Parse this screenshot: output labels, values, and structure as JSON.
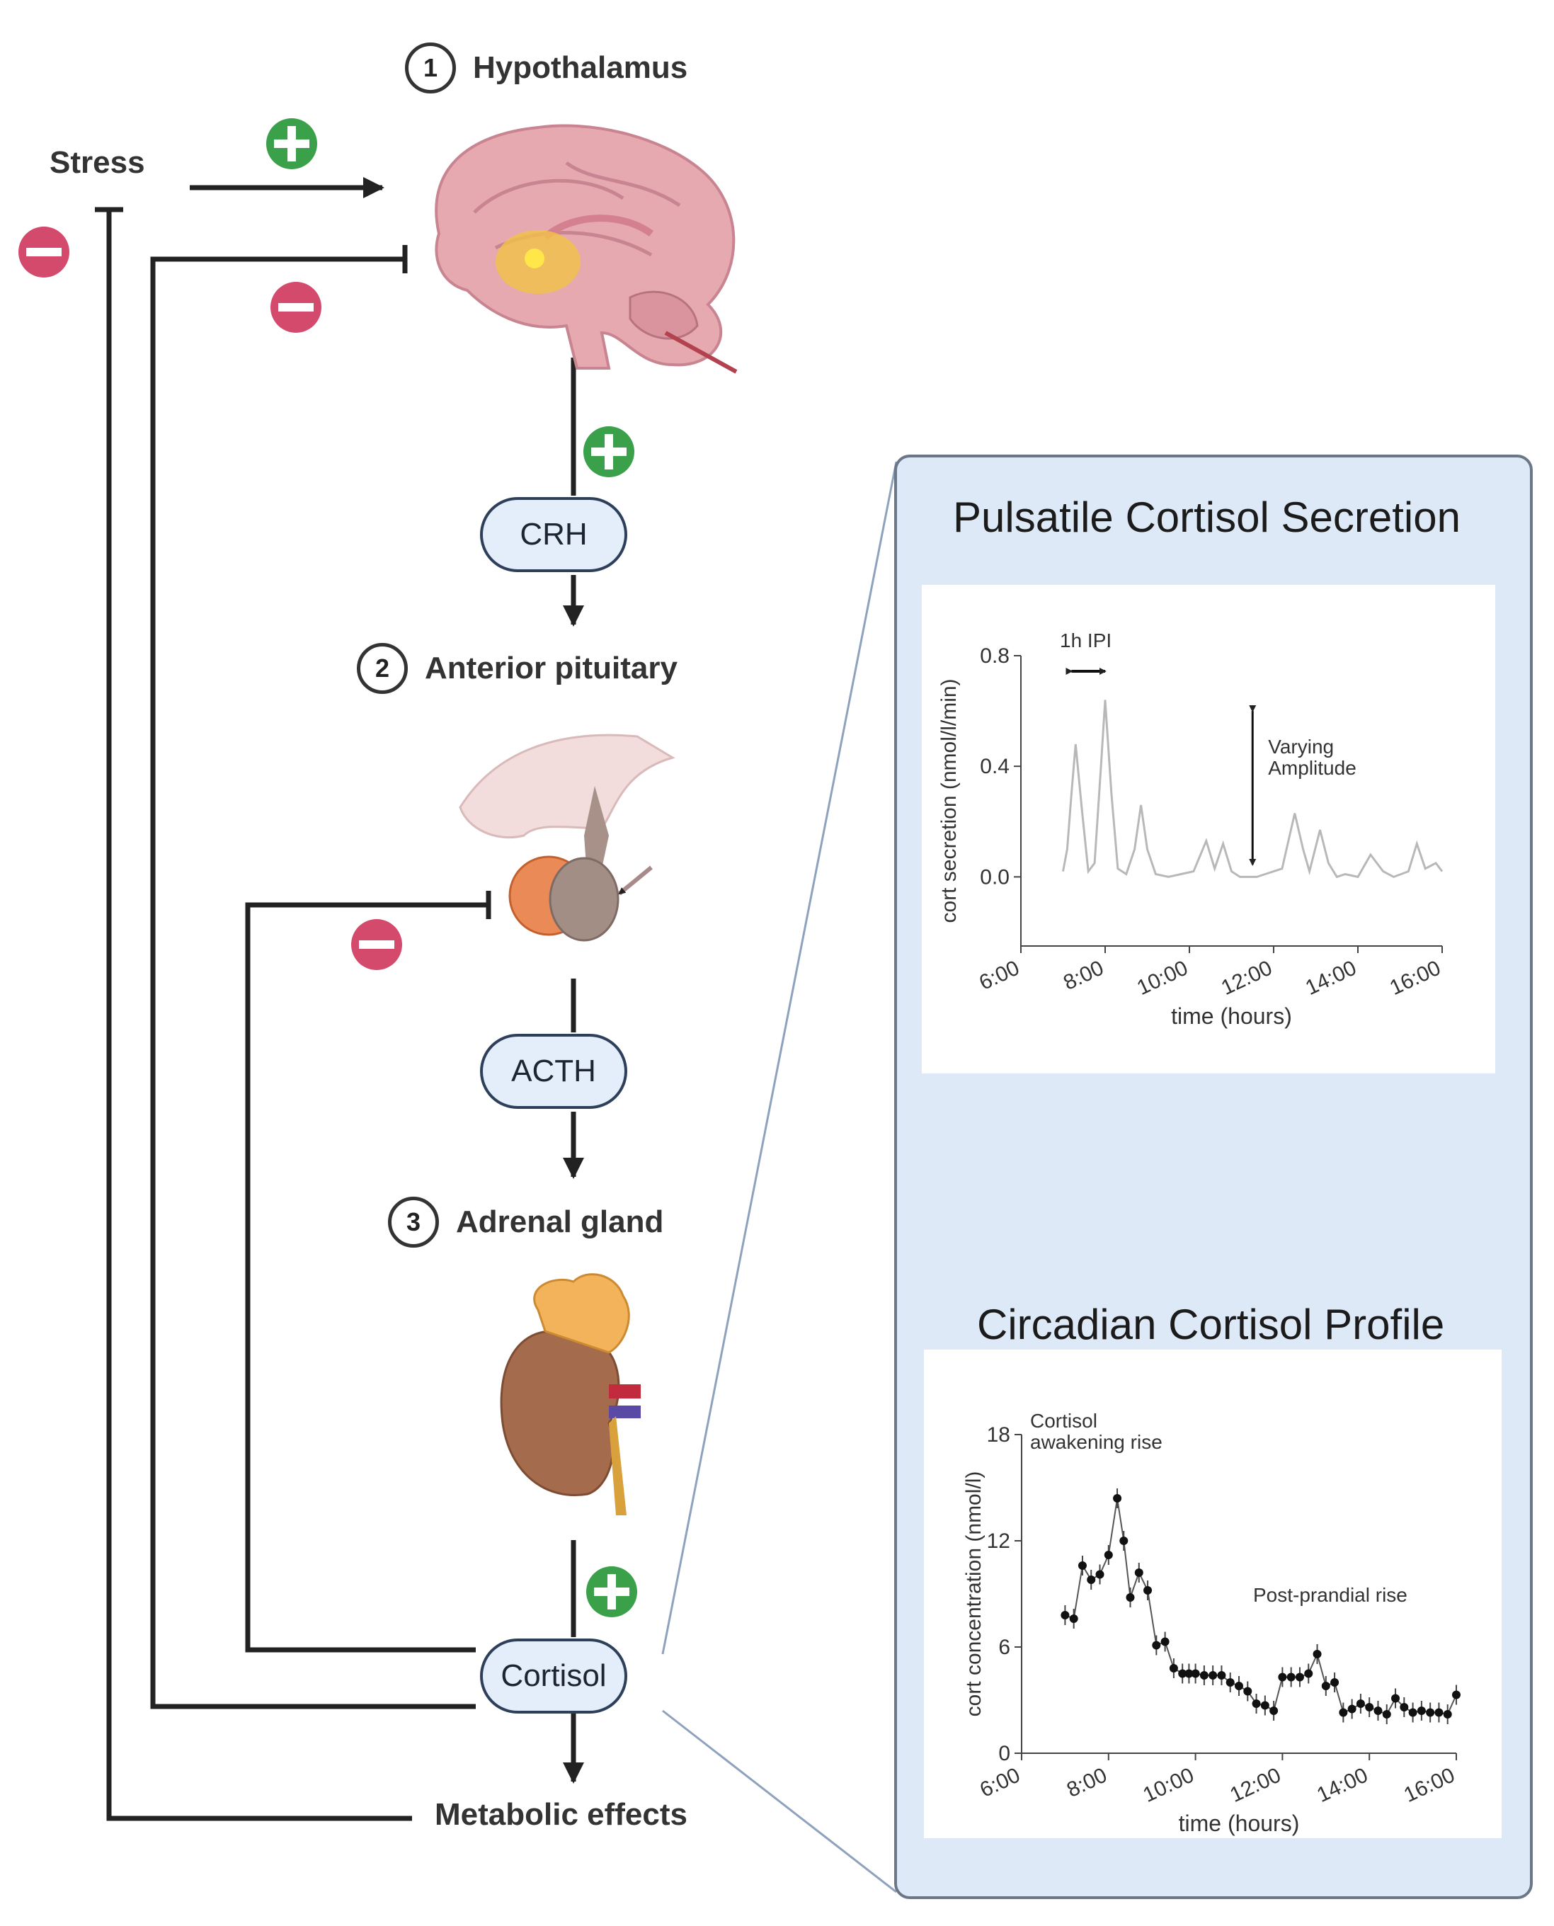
{
  "diagram": {
    "stress": "Stress",
    "steps": [
      {
        "num": "1",
        "label": "Hypothalamus"
      },
      {
        "num": "2",
        "label": "Anterior pituitary"
      },
      {
        "num": "3",
        "label": "Adrenal gland"
      }
    ],
    "hormones": [
      "CRH",
      "ACTH",
      "Cortisol"
    ],
    "effects": "Metabolic effects",
    "colors": {
      "plus": "#3aa04a",
      "minus": "#d44a6c",
      "line": "#222222",
      "panel": "#dde9f6",
      "pill": "#e4eefb"
    }
  },
  "panel": {
    "pulsatile_title": "Pulsatile Cortisol Secretion",
    "circadian_title": "Circadian Cortisol Profile"
  },
  "chart_data": [
    {
      "type": "line",
      "xlabel": "time (hours)",
      "ylabel": "cort secretion (nmol/l/min)",
      "x_ticks": [
        "6:00",
        "8:00",
        "10:00",
        "12:00",
        "14:00",
        "16:00"
      ],
      "y_ticks": [
        "0.0",
        "0.4",
        "0.8"
      ],
      "xlim": [
        6,
        16
      ],
      "ylim": [
        -0.25,
        0.8
      ],
      "annotations": [
        "1h IPI",
        "Varying",
        "Amplitude"
      ],
      "series": [
        {
          "x": [
            7.0,
            7.1,
            7.2,
            7.3,
            7.45,
            7.6,
            7.75,
            7.9,
            8.0,
            8.15,
            8.3,
            8.5,
            8.7,
            8.85,
            9.0,
            9.2,
            9.5,
            9.8,
            10.1,
            10.4,
            10.6,
            10.8,
            11.0,
            11.2,
            11.4,
            11.6,
            11.8,
            12.2,
            12.5,
            12.7,
            12.85,
            13.1,
            13.3,
            13.5,
            13.7,
            14.0,
            14.3,
            14.6,
            14.85,
            15.2,
            15.4,
            15.6,
            15.85,
            16.0
          ],
          "y": [
            0.02,
            0.1,
            0.3,
            0.48,
            0.24,
            0.02,
            0.05,
            0.4,
            0.64,
            0.3,
            0.03,
            0.01,
            0.1,
            0.26,
            0.1,
            0.01,
            0.0,
            0.01,
            0.02,
            0.13,
            0.03,
            0.12,
            0.02,
            0.0,
            0.0,
            0.0,
            0.01,
            0.03,
            0.23,
            0.1,
            0.02,
            0.17,
            0.05,
            0.0,
            0.01,
            0.0,
            0.08,
            0.02,
            0.0,
            0.02,
            0.12,
            0.03,
            0.05,
            0.02
          ]
        }
      ]
    },
    {
      "type": "line",
      "xlabel": "time (hours)",
      "ylabel": "cort concentration (nmol/l)",
      "x_ticks": [
        "6:00",
        "8:00",
        "10:00",
        "12:00",
        "14:00",
        "16:00"
      ],
      "y_ticks": [
        "0",
        "6",
        "12",
        "18"
      ],
      "xlim": [
        6,
        16
      ],
      "ylim": [
        0,
        18
      ],
      "annotations": [
        "Cortisol",
        "awakening rise",
        "Post-prandial rise"
      ],
      "series": [
        {
          "x": [
            7.0,
            7.2,
            7.4,
            7.6,
            7.8,
            8.0,
            8.2,
            8.35,
            8.5,
            8.7,
            8.9,
            9.1,
            9.3,
            9.5,
            9.7,
            9.85,
            10.0,
            10.2,
            10.4,
            10.6,
            10.8,
            11.0,
            11.2,
            11.4,
            11.6,
            11.8,
            12.0,
            12.2,
            12.4,
            12.6,
            12.8,
            13.0,
            13.2,
            13.4,
            13.6,
            13.8,
            14.0,
            14.2,
            14.4,
            14.6,
            14.8,
            15.0,
            15.2,
            15.4,
            15.6,
            15.8,
            16.0
          ],
          "y": [
            7.8,
            7.6,
            10.6,
            9.8,
            10.1,
            11.2,
            14.4,
            12.0,
            8.8,
            10.2,
            9.2,
            6.1,
            6.3,
            4.8,
            4.5,
            4.5,
            4.5,
            4.4,
            4.4,
            4.4,
            4.0,
            3.8,
            3.5,
            2.8,
            2.7,
            2.4,
            4.3,
            4.3,
            4.3,
            4.5,
            5.6,
            3.8,
            4.0,
            2.3,
            2.5,
            2.8,
            2.6,
            2.4,
            2.2,
            3.1,
            2.6,
            2.3,
            2.4,
            2.3,
            2.3,
            2.2,
            3.3
          ]
        }
      ]
    }
  ]
}
